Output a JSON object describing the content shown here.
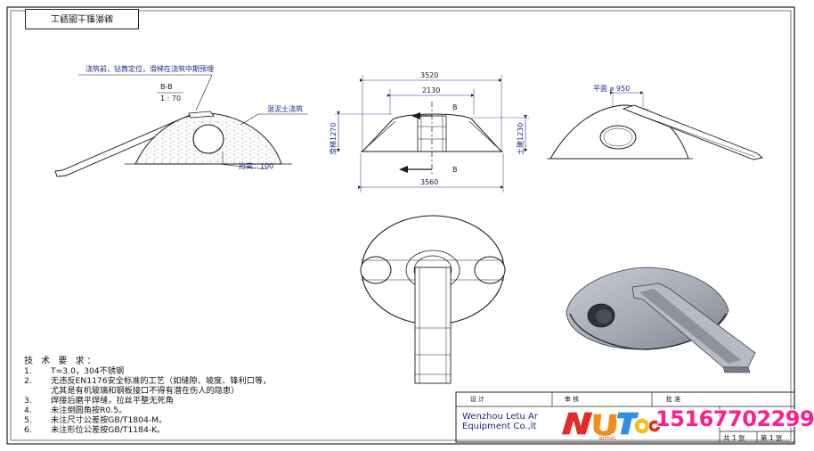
{
  "drawing": {
    "title_tab": "工程图土建滑梯",
    "views": {
      "section_left": {
        "annotation": "浇筑前，钻筒定位，滑梯在浇筑中期预埋",
        "section_label": "B-B",
        "scale": "1 : 70",
        "concrete_label": "混泥土浇筑",
        "lift_label": "抬高：100"
      },
      "front_view": {
        "top_dim": "3520",
        "inner_dim": "2130",
        "bottom_dim": "3560",
        "left_height": "滑梯1270",
        "right_height": "土建1230",
        "section_marker": "B"
      },
      "right_view": {
        "plane_label": "平面 ⌀ 950"
      }
    },
    "tech_notes": {
      "heading": "技 术 要 求：",
      "items": [
        {
          "num": "1.",
          "text": "T=3.0，304不锈钢"
        },
        {
          "num": "2.",
          "text": "无违反EN1176安全标准的工艺（如缝隙、坡度、锋利口等，"
        },
        {
          "num": "",
          "text": "尤其是有机玻璃和钢板接口不得有潜在伤人的隐患）"
        },
        {
          "num": "3.",
          "text": "焊接后磨平焊缝，拉丝平整无死角"
        },
        {
          "num": "4.",
          "text": "未注倒圆角按R0.5。"
        },
        {
          "num": "5.",
          "text": "未注尺寸公差按GB/T1804-M。"
        },
        {
          "num": "6.",
          "text": "未注形位公差按GB/T1184-K。"
        }
      ]
    },
    "title_block": {
      "design": "设 计",
      "review": "审 核",
      "approve": "批 准",
      "company_line1": "Wenzhou Letu Ar",
      "company_line2": "Equipment Co.,lt",
      "sheets_total": "共 1 张",
      "sheet_no": "第 1 张"
    },
    "watermark": {
      "logo_text": "NUTOO",
      "phone": "15167702299"
    }
  },
  "colors": {
    "line": "#1a1a1a",
    "blue_label": "#1b2a8a",
    "hatch": "#8a8a8a",
    "brand_pink": "#ff1e8c",
    "logo_red": "#e32c27",
    "logo_blue": "#2f8fe0",
    "model_grey": "#a4a9b4"
  }
}
